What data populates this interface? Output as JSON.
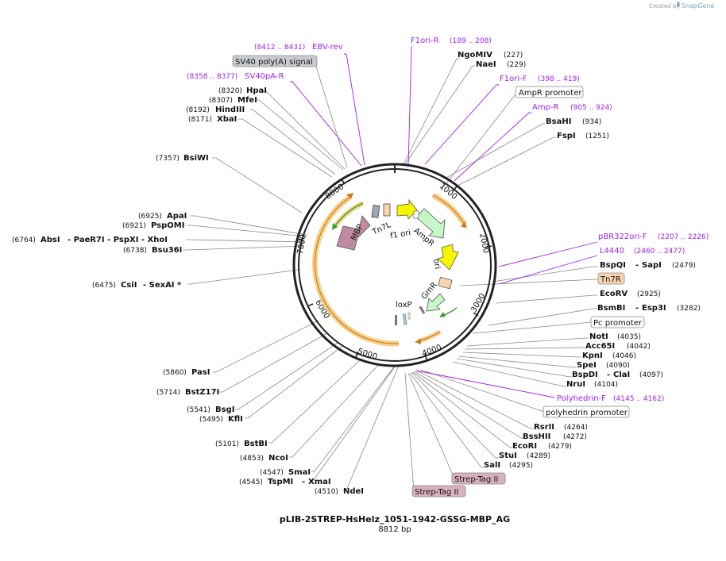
{
  "header": {
    "credit": "Created by",
    "brand": "SnapGene"
  },
  "plasmid": {
    "name": "pLIB-2STREP-HsHelz_1051-1942-GSSG-MBP_AG",
    "length_label": "8812 bp"
  },
  "colors": {
    "backbone": "#222222",
    "primer": "#a020f0",
    "orf_band": "#f7c46b",
    "arrow_orange": "#cc7a1a",
    "arrow_green": "#3aa02a"
  },
  "ticks": [
    "1000",
    "2000",
    "3000",
    "4000",
    "5000",
    "6000",
    "7000",
    "8000"
  ],
  "sites": [
    {
      "name": "NgoMIV",
      "pos": "(227)"
    },
    {
      "name": "NaeI",
      "pos": "(229)"
    },
    {
      "name": "BsaHI",
      "pos": "(934)"
    },
    {
      "name": "FspI",
      "pos": "(1251)"
    },
    {
      "name": "BspQI",
      "sep": "-",
      "name2": "SapI",
      "pos": "(2479)"
    },
    {
      "name": "EcoRV",
      "pos": "(2925)"
    },
    {
      "name": "BsmBI",
      "sep": "-",
      "name2": "Esp3I",
      "pos": "(3282)"
    },
    {
      "name": "NotI",
      "pos": "(4035)"
    },
    {
      "name": "Acc65I",
      "pos": "(4042)"
    },
    {
      "name": "KpnI",
      "pos": "(4046)"
    },
    {
      "name": "SpeI",
      "pos": "(4090)"
    },
    {
      "name": "BspDI",
      "sep": "-",
      "name2": "ClaI",
      "pos": "(4097)"
    },
    {
      "name": "NruI",
      "pos": "(4104)"
    },
    {
      "name": "RsrII",
      "pos": "(4264)"
    },
    {
      "name": "BssHII",
      "pos": "(4272)"
    },
    {
      "name": "EcoRI",
      "pos": "(4279)"
    },
    {
      "name": "StuI",
      "pos": "(4289)"
    },
    {
      "name": "SalI",
      "pos": "(4295)"
    },
    {
      "name": "HpaI",
      "pos": "(8320)"
    },
    {
      "name": "MfeI",
      "pos": "(8307)"
    },
    {
      "name": "HindIII",
      "pos": "(8192)"
    },
    {
      "name": "XbaI",
      "pos": "(8171)"
    },
    {
      "name": "BsiWI",
      "pos": "(7357)"
    },
    {
      "name": "ApaI",
      "pos": "(6925)"
    },
    {
      "name": "PspOMI",
      "pos": "(6921)"
    },
    {
      "name": "AbsI",
      "names": "- PaeR7I - PspXI - XhoI",
      "pos": "(6764)"
    },
    {
      "name": "Bsu36I",
      "pos": "(6738)"
    },
    {
      "name": "CsiI",
      "names": "- SexAI *",
      "pos": "(6475)"
    },
    {
      "name": "PasI",
      "pos": "(5860)"
    },
    {
      "name": "BstZ17I",
      "pos": "(5714)"
    },
    {
      "name": "BsgI",
      "pos": "(5541)"
    },
    {
      "name": "KflI",
      "pos": "(5495)"
    },
    {
      "name": "BstBI",
      "pos": "(5101)"
    },
    {
      "name": "NcoI",
      "pos": "(4853)"
    },
    {
      "name": "SmaI",
      "pos": "(4547)"
    },
    {
      "name": "TspMI",
      "sep": "-",
      "name2": "XmaI",
      "pos": "(4545)"
    },
    {
      "name": "NdeI",
      "pos": "(4510)"
    }
  ],
  "primers": [
    {
      "name": "EBV-rev",
      "pos": "(8412 .. 8431)"
    },
    {
      "name": "SV40pA-R",
      "pos": "(8358 .. 8377)"
    },
    {
      "name": "F1ori-R",
      "pos": "(189 .. 208)"
    },
    {
      "name": "F1ori-F",
      "pos": "(398 .. 419)"
    },
    {
      "name": "Amp-R",
      "pos": "(905 .. 924)"
    },
    {
      "name": "pBR322ori-F",
      "pos": "(2207 .. 2226)"
    },
    {
      "name": "L4440",
      "pos": "(2460 .. 2477)"
    },
    {
      "name": "Polyhedrin-F",
      "pos": "(4145 .. 4162)"
    }
  ],
  "feature_labels": {
    "sv40": "SV40 poly(A) signal",
    "ampr_promoter": "AmpR promoter",
    "tn7r": "Tn7R",
    "pc_promoter": "Pc promoter",
    "polyhedrin_promoter": "polyhedrin promoter",
    "strep1": "Strep-Tag II",
    "strep2": "Strep-Tag II"
  },
  "inner_labels": {
    "mbp": "MBP",
    "tn7l": "Tn7L",
    "f1ori": "f1 ori",
    "ampr": "AmpR",
    "ori": "ori",
    "gmr": "GmR",
    "loxp": "loxP"
  }
}
